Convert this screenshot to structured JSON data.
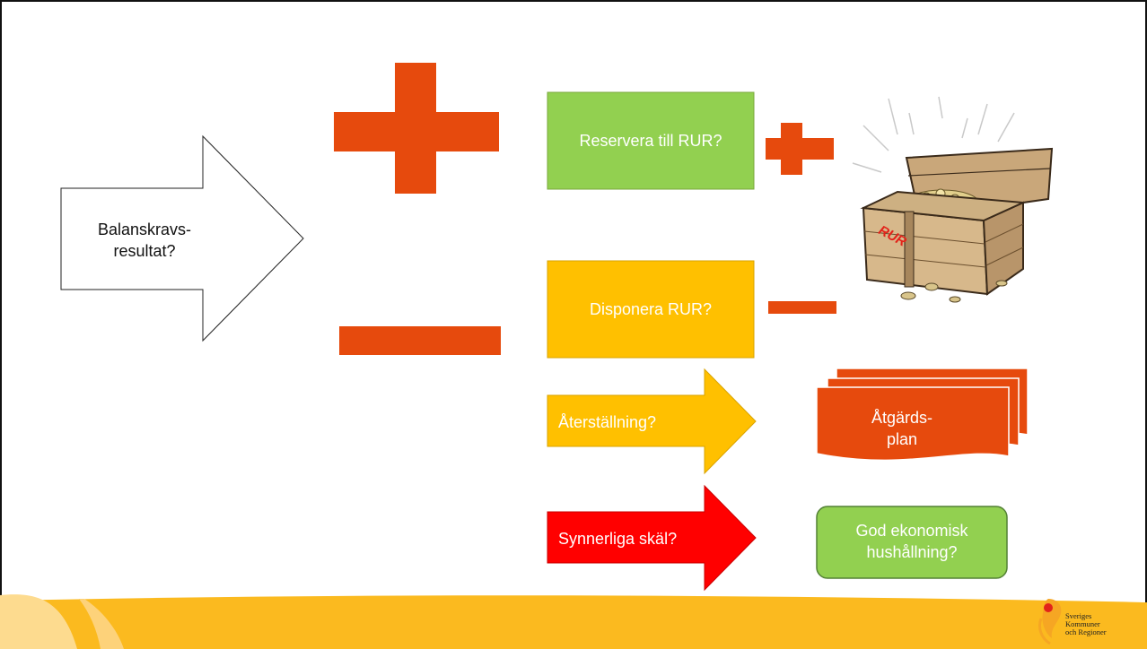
{
  "colors": {
    "orange_red": "#e64a0d",
    "green": "#92d050",
    "amber": "#ffc000",
    "red": "#ff0000",
    "footer_yellow": "#fbba1f",
    "footer_light": "#fddb8f"
  },
  "balance": {
    "line1": "Balanskravs-",
    "line2": "resultat?"
  },
  "boxes": {
    "reserve": "Reservera till RUR?",
    "dispose": "Disponera RUR?"
  },
  "arrows": {
    "restore": "Återställning?",
    "special": "Synnerliga skäl?"
  },
  "action_plan": {
    "line1": "Åtgärds-",
    "line2": "plan"
  },
  "good_economy": {
    "line1": "God ekonomisk",
    "line2": "hushållning?"
  },
  "chest": {
    "label": "RUR"
  },
  "logo": {
    "line1": "Sveriges",
    "line2": "Kommuner",
    "line3": "och Regioner"
  }
}
